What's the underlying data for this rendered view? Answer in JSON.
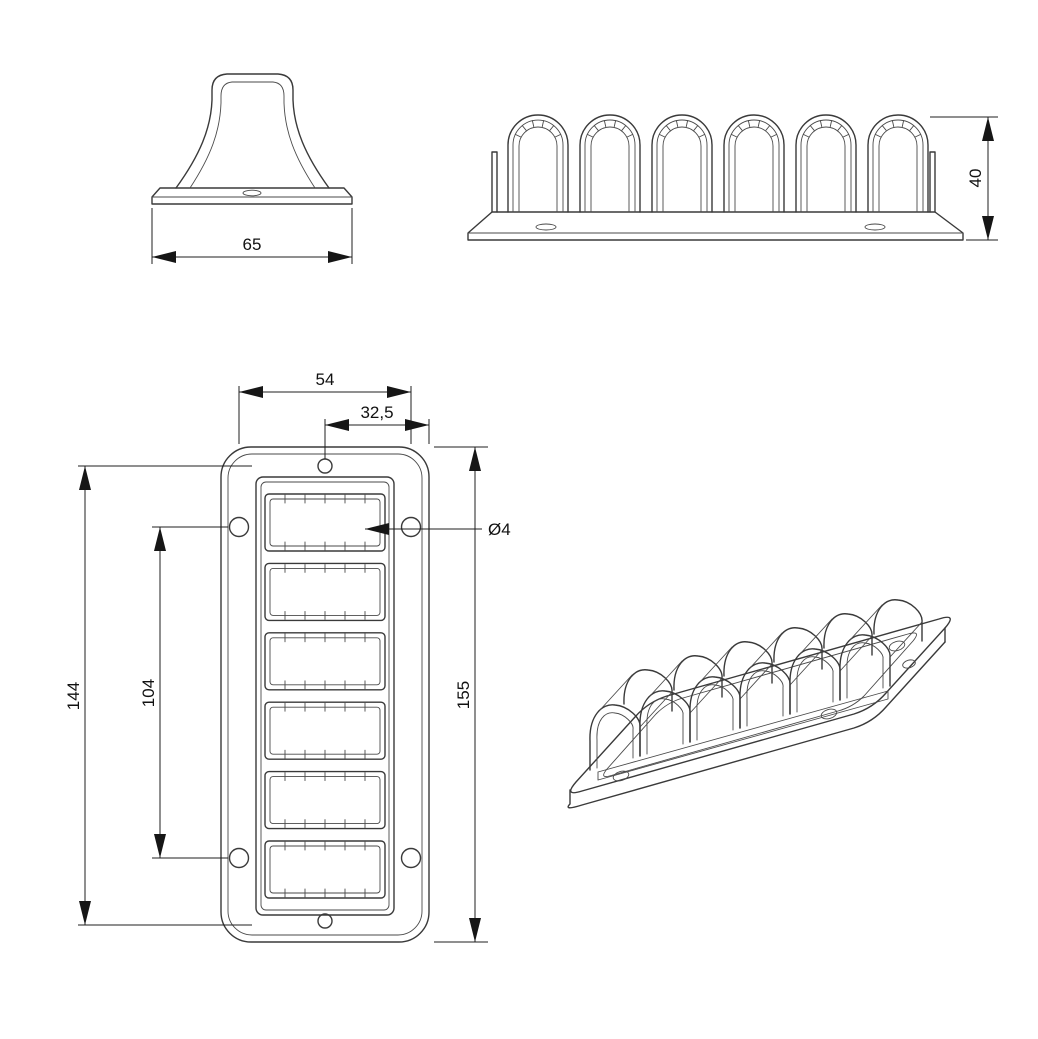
{
  "part": {
    "arch_count": 6,
    "cell_count": 6
  },
  "dimensions": {
    "base_width": "65",
    "overall_height": "40",
    "hole_spacing_width": "54",
    "half_width": "32,5",
    "hole_diameter": "Ø4",
    "body_length": "144",
    "hole_spacing_length": "104",
    "overall_length": "155"
  },
  "colors": {
    "background": "#ffffff",
    "part_line": "#3a3a3a",
    "dimension_line": "#1f1f1f",
    "arrow_fill": "#161616"
  }
}
